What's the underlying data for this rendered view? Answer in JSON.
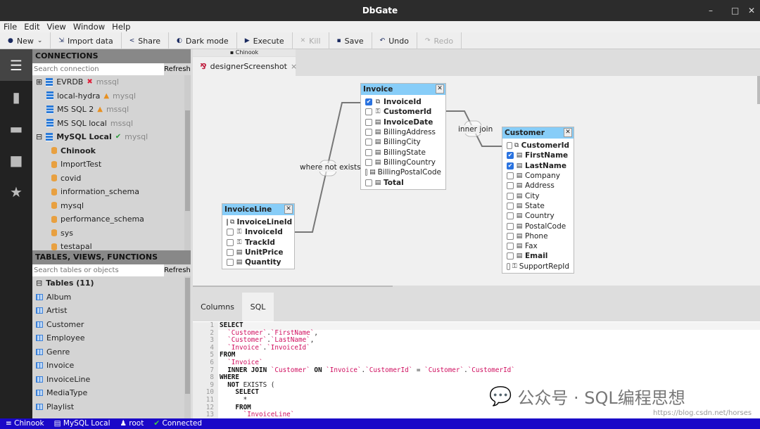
{
  "window": {
    "title": "DbGate",
    "controls": [
      "–",
      "□",
      "✕"
    ]
  },
  "menu": [
    "File",
    "Edit",
    "View",
    "Window",
    "Help"
  ],
  "toolbar": [
    {
      "icon": "plus-circle-icon",
      "glyph": "●",
      "label": "New",
      "chev": "⌄",
      "enabled": true
    },
    {
      "icon": "import-icon",
      "glyph": "⇲",
      "label": "Import data",
      "enabled": true
    },
    {
      "icon": "share-icon",
      "glyph": "<",
      "label": "Share",
      "enabled": true
    },
    {
      "icon": "dark-mode-icon",
      "glyph": "◐",
      "label": "Dark mode",
      "enabled": true
    },
    {
      "icon": "play-icon",
      "glyph": "▶",
      "label": "Execute",
      "enabled": true
    },
    {
      "icon": "close-icon",
      "glyph": "✕",
      "label": "Kill",
      "enabled": false
    },
    {
      "icon": "save-icon",
      "glyph": "▪",
      "label": "Save",
      "enabled": true
    },
    {
      "icon": "undo-icon",
      "glyph": "↶",
      "label": "Undo",
      "enabled": true
    },
    {
      "icon": "redo-icon",
      "glyph": "↷",
      "label": "Redo",
      "enabled": false
    }
  ],
  "connections": {
    "title": "CONNECTIONS",
    "search_placeholder": "Search connection",
    "refresh": "Refresh",
    "items": [
      {
        "name": "EVRDB",
        "engine": "mssql",
        "status": "error",
        "expander": "⊞",
        "bold": false
      },
      {
        "name": "local-hydra",
        "engine": "mysql",
        "status": "warning",
        "bold": false
      },
      {
        "name": "MS SQL 2",
        "engine": "mssql",
        "status": "warning",
        "bold": false
      },
      {
        "name": "MS SQL local",
        "engine": "mssql",
        "status": "",
        "bold": false
      },
      {
        "name": "MySQL Local",
        "engine": "mysql",
        "status": "ok",
        "expander": "⊟",
        "bold": true
      }
    ],
    "databases": [
      "Chinook",
      "ImportTest",
      "covid",
      "information_schema",
      "mysql",
      "performance_schema",
      "sys",
      "testapal"
    ]
  },
  "objects": {
    "title": "TABLES, VIEWS, FUNCTIONS",
    "search_placeholder": "Search tables or objects",
    "refresh": "Refresh",
    "group": "Tables (11)",
    "tables": [
      "Album",
      "Artist",
      "Customer",
      "Employee",
      "Genre",
      "Invoice",
      "InvoiceLine",
      "MediaType",
      "Playlist"
    ]
  },
  "tabs": {
    "db_label": "Chinook",
    "active_tab": "designerScreenshot",
    "close": "×"
  },
  "designer": {
    "tables": [
      {
        "name": "Invoice",
        "columns": [
          {
            "name": "InvoiceId",
            "checked": true,
            "bold": true,
            "kind": "pk"
          },
          {
            "name": "CustomerId",
            "checked": false,
            "bold": true,
            "kind": "fk"
          },
          {
            "name": "InvoiceDate",
            "checked": false,
            "bold": true,
            "kind": "col"
          },
          {
            "name": "BillingAddress",
            "checked": false,
            "bold": false,
            "kind": "col"
          },
          {
            "name": "BillingCity",
            "checked": false,
            "bold": false,
            "kind": "col"
          },
          {
            "name": "BillingState",
            "checked": false,
            "bold": false,
            "kind": "col"
          },
          {
            "name": "BillingCountry",
            "checked": false,
            "bold": false,
            "kind": "col"
          },
          {
            "name": "BillingPostalCode",
            "checked": false,
            "bold": false,
            "kind": "col"
          },
          {
            "name": "Total",
            "checked": false,
            "bold": true,
            "kind": "col"
          }
        ]
      },
      {
        "name": "InvoiceLine",
        "columns": [
          {
            "name": "InvoiceLineId",
            "checked": false,
            "bold": true,
            "kind": "pk"
          },
          {
            "name": "InvoiceId",
            "checked": false,
            "bold": true,
            "kind": "fk"
          },
          {
            "name": "TrackId",
            "checked": false,
            "bold": true,
            "kind": "fk"
          },
          {
            "name": "UnitPrice",
            "checked": false,
            "bold": true,
            "kind": "col"
          },
          {
            "name": "Quantity",
            "checked": false,
            "bold": true,
            "kind": "col"
          }
        ]
      },
      {
        "name": "Customer",
        "columns": [
          {
            "name": "CustomerId",
            "checked": false,
            "bold": true,
            "kind": "pk"
          },
          {
            "name": "FirstName",
            "checked": true,
            "bold": true,
            "kind": "col"
          },
          {
            "name": "LastName",
            "checked": true,
            "bold": true,
            "kind": "col"
          },
          {
            "name": "Company",
            "checked": false,
            "bold": false,
            "kind": "col"
          },
          {
            "name": "Address",
            "checked": false,
            "bold": false,
            "kind": "col"
          },
          {
            "name": "City",
            "checked": false,
            "bold": false,
            "kind": "col"
          },
          {
            "name": "State",
            "checked": false,
            "bold": false,
            "kind": "col"
          },
          {
            "name": "Country",
            "checked": false,
            "bold": false,
            "kind": "col"
          },
          {
            "name": "PostalCode",
            "checked": false,
            "bold": false,
            "kind": "col"
          },
          {
            "name": "Phone",
            "checked": false,
            "bold": false,
            "kind": "col"
          },
          {
            "name": "Fax",
            "checked": false,
            "bold": false,
            "kind": "col"
          },
          {
            "name": "Email",
            "checked": false,
            "bold": true,
            "kind": "col"
          },
          {
            "name": "SupportRepId",
            "checked": false,
            "bold": false,
            "kind": "fk"
          }
        ]
      }
    ],
    "joins": [
      "where not exists",
      "inner join"
    ]
  },
  "bottom_tabs": [
    "Columns",
    "SQL"
  ],
  "sql_lines": [
    [
      [
        "kw",
        "SELECT"
      ]
    ],
    [
      [
        "p",
        "  "
      ],
      [
        "id",
        "`Customer`"
      ],
      [
        "p",
        "."
      ],
      [
        "id",
        "`FirstName`"
      ],
      [
        "p",
        ","
      ]
    ],
    [
      [
        "p",
        "  "
      ],
      [
        "id",
        "`Customer`"
      ],
      [
        "p",
        "."
      ],
      [
        "id",
        "`LastName`"
      ],
      [
        "p",
        ","
      ]
    ],
    [
      [
        "p",
        "  "
      ],
      [
        "id",
        "`Invoice`"
      ],
      [
        "p",
        "."
      ],
      [
        "id",
        "`InvoiceId`"
      ]
    ],
    [
      [
        "kw",
        "FROM"
      ]
    ],
    [
      [
        "p",
        "  "
      ],
      [
        "id",
        "`Invoice`"
      ]
    ],
    [
      [
        "p",
        "  "
      ],
      [
        "kw",
        "INNER JOIN "
      ],
      [
        "id",
        "`Customer`"
      ],
      [
        "kw",
        " ON "
      ],
      [
        "id",
        "`Invoice`"
      ],
      [
        "p",
        "."
      ],
      [
        "id",
        "`CustomerId`"
      ],
      [
        "p",
        " = "
      ],
      [
        "id",
        "`Customer`"
      ],
      [
        "p",
        "."
      ],
      [
        "id",
        "`CustomerId`"
      ]
    ],
    [
      [
        "kw",
        "WHERE"
      ]
    ],
    [
      [
        "p",
        "  "
      ],
      [
        "kw",
        "NOT"
      ],
      [
        "p",
        " EXISTS ("
      ]
    ],
    [
      [
        "p",
        "    "
      ],
      [
        "kw",
        "SELECT"
      ]
    ],
    [
      [
        "p",
        "      *"
      ]
    ],
    [
      [
        "p",
        "    "
      ],
      [
        "kw",
        "FROM"
      ]
    ],
    [
      [
        "p",
        "      "
      ],
      [
        "id",
        "`InvoiceLine`"
      ]
    ]
  ],
  "watermark": {
    "text": "公众号 · SQL编程思想",
    "url": "https://blog.csdn.net/horses"
  },
  "status": [
    {
      "icon": "database-icon",
      "glyph": "≡",
      "label": "Chinook"
    },
    {
      "icon": "server-icon",
      "glyph": "▤",
      "label": "MySQL Local"
    },
    {
      "icon": "user-icon",
      "glyph": "♟",
      "label": "root"
    },
    {
      "icon": "check-circle-icon",
      "glyph": "✔",
      "label": "Connected"
    }
  ]
}
